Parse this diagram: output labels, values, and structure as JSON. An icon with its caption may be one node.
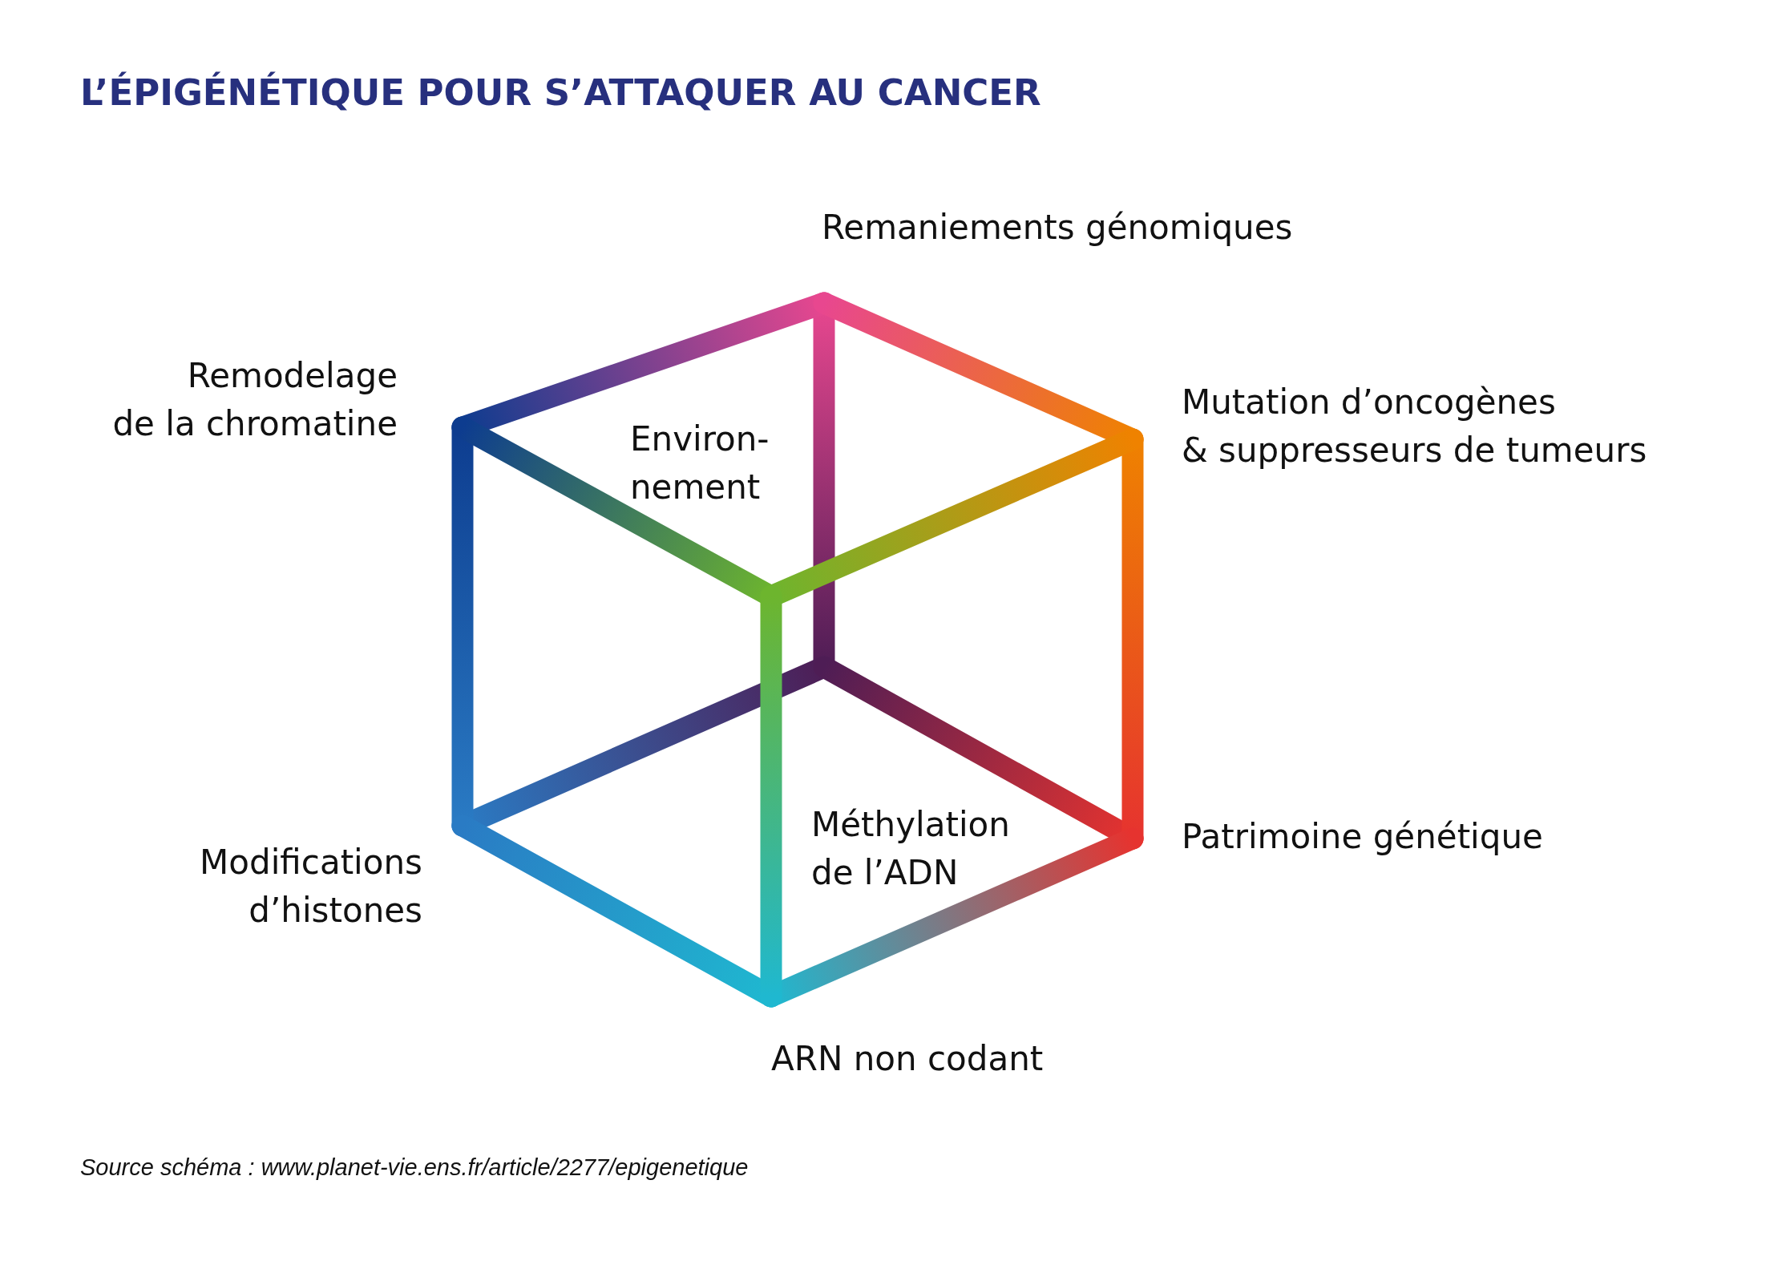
{
  "diagram": {
    "title": "L’ÉPIGÉNÉTIQUE POUR S’ATTAQUER AU CANCER",
    "caption": "Source schéma : www.planet-vie.ens.fr/article/2277/epigenetique",
    "labels": [
      "Remaniements génomiques",
      "Remodelage de la chromatine",
      "Mutation d’oncogènes & suppresseurs de tumeurs",
      "Environ- nement",
      "Méthylation de l’ADN",
      "Patrimoine génétique",
      "Modifications d’histones",
      "ARN non codant"
    ]
  }
}
